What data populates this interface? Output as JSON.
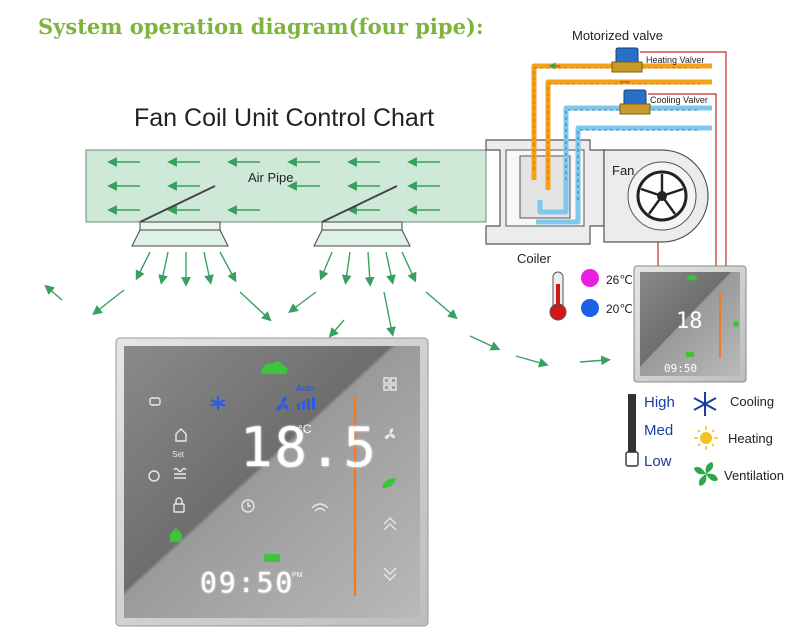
{
  "header": {
    "title": "System operation diagram(four pipe):",
    "chart_title": "Fan Coil Unit Control Chart"
  },
  "components": {
    "motorized_valve": "Motorized valve",
    "heating_valve": "Heating Valver",
    "cooling_valve": "Cooling Valver",
    "air_pipe": "Air Pipe",
    "fan": "Fan",
    "coiler": "Coiler"
  },
  "temperatures": {
    "hot": "26℃",
    "cold": "20℃",
    "hot_color": "#e81ee0",
    "cold_color": "#1e5fe8"
  },
  "fan_speeds": [
    "High",
    "Med",
    "Low"
  ],
  "modes": {
    "cooling": "Cooling",
    "heating": "Heating",
    "ventilation": "Ventilation"
  },
  "thermostat": {
    "temperature": "18.5",
    "unit": "°C",
    "fan_mode": "Auto",
    "set_label": "Set",
    "time": "09:50",
    "period": "PM"
  },
  "colors": {
    "title_green": "#7db43c",
    "air_pipe_fill": "#cfe9d8",
    "arrow_green": "#3aa060",
    "heating_pipe": "#f4a21a",
    "cooling_pipe": "#7ec8ee",
    "wire_red": "#c62828",
    "heat_bar": "#f07a2a",
    "leaf_green": "#3cc43c"
  }
}
